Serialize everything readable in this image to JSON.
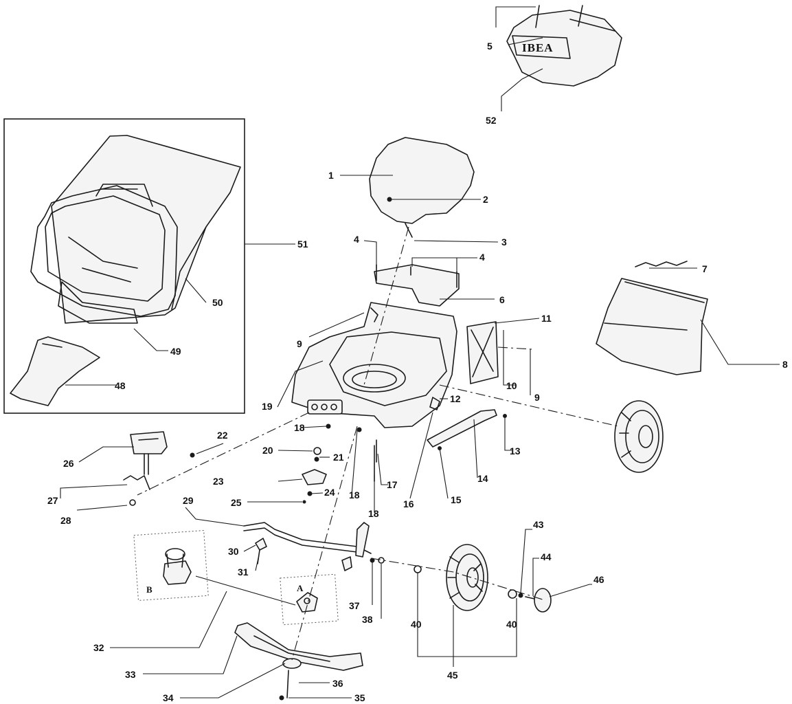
{
  "brand": {
    "logo_text": "IBEA"
  },
  "detail_labels": {
    "a": "A",
    "b": "B"
  },
  "callouts": [
    {
      "id": "c1",
      "text": "1"
    },
    {
      "id": "c2",
      "text": "2"
    },
    {
      "id": "c3",
      "text": "3"
    },
    {
      "id": "c4a",
      "text": "4"
    },
    {
      "id": "c4b",
      "text": "4"
    },
    {
      "id": "c5",
      "text": "5"
    },
    {
      "id": "c6",
      "text": "6"
    },
    {
      "id": "c7",
      "text": "7"
    },
    {
      "id": "c8",
      "text": "8"
    },
    {
      "id": "c9a",
      "text": "9"
    },
    {
      "id": "c9b",
      "text": "9"
    },
    {
      "id": "c10",
      "text": "10"
    },
    {
      "id": "c11",
      "text": "11"
    },
    {
      "id": "c12",
      "text": "12"
    },
    {
      "id": "c13",
      "text": "13"
    },
    {
      "id": "c14",
      "text": "14"
    },
    {
      "id": "c15",
      "text": "15"
    },
    {
      "id": "c16",
      "text": "16"
    },
    {
      "id": "c17",
      "text": "17"
    },
    {
      "id": "c18a",
      "text": "18"
    },
    {
      "id": "c18b",
      "text": "18"
    },
    {
      "id": "c18c",
      "text": "18"
    },
    {
      "id": "c19",
      "text": "19"
    },
    {
      "id": "c20",
      "text": "20"
    },
    {
      "id": "c21",
      "text": "21"
    },
    {
      "id": "c22",
      "text": "22"
    },
    {
      "id": "c23",
      "text": "23"
    },
    {
      "id": "c24",
      "text": "24"
    },
    {
      "id": "c25",
      "text": "25"
    },
    {
      "id": "c26",
      "text": "26"
    },
    {
      "id": "c27",
      "text": "27"
    },
    {
      "id": "c28",
      "text": "28"
    },
    {
      "id": "c29",
      "text": "29"
    },
    {
      "id": "c30",
      "text": "30"
    },
    {
      "id": "c31",
      "text": "31"
    },
    {
      "id": "c32",
      "text": "32"
    },
    {
      "id": "c33",
      "text": "33"
    },
    {
      "id": "c34",
      "text": "34"
    },
    {
      "id": "c35",
      "text": "35"
    },
    {
      "id": "c36",
      "text": "36"
    },
    {
      "id": "c37",
      "text": "37"
    },
    {
      "id": "c38",
      "text": "38"
    },
    {
      "id": "c40a",
      "text": "40"
    },
    {
      "id": "c40b",
      "text": "40"
    },
    {
      "id": "c43",
      "text": "43"
    },
    {
      "id": "c44",
      "text": "44"
    },
    {
      "id": "c45",
      "text": "45"
    },
    {
      "id": "c46",
      "text": "46"
    },
    {
      "id": "c48",
      "text": "48"
    },
    {
      "id": "c49",
      "text": "49"
    },
    {
      "id": "c50",
      "text": "50"
    },
    {
      "id": "c51",
      "text": "51"
    },
    {
      "id": "c52",
      "text": "52"
    }
  ]
}
